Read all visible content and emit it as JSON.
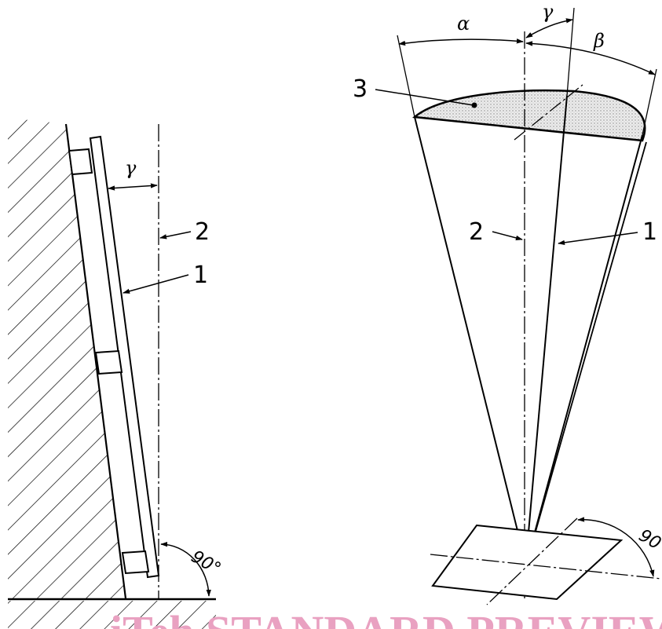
{
  "left_figure": {
    "gamma": "γ",
    "label_1": "1",
    "label_2": "2",
    "angle": "90°"
  },
  "right_figure": {
    "alpha": "α",
    "gamma": "γ",
    "beta": "β",
    "label_1": "1",
    "label_2": "2",
    "label_3": "3",
    "angle": "90°"
  },
  "watermark": "iTeh STANDARD PREVIEW"
}
